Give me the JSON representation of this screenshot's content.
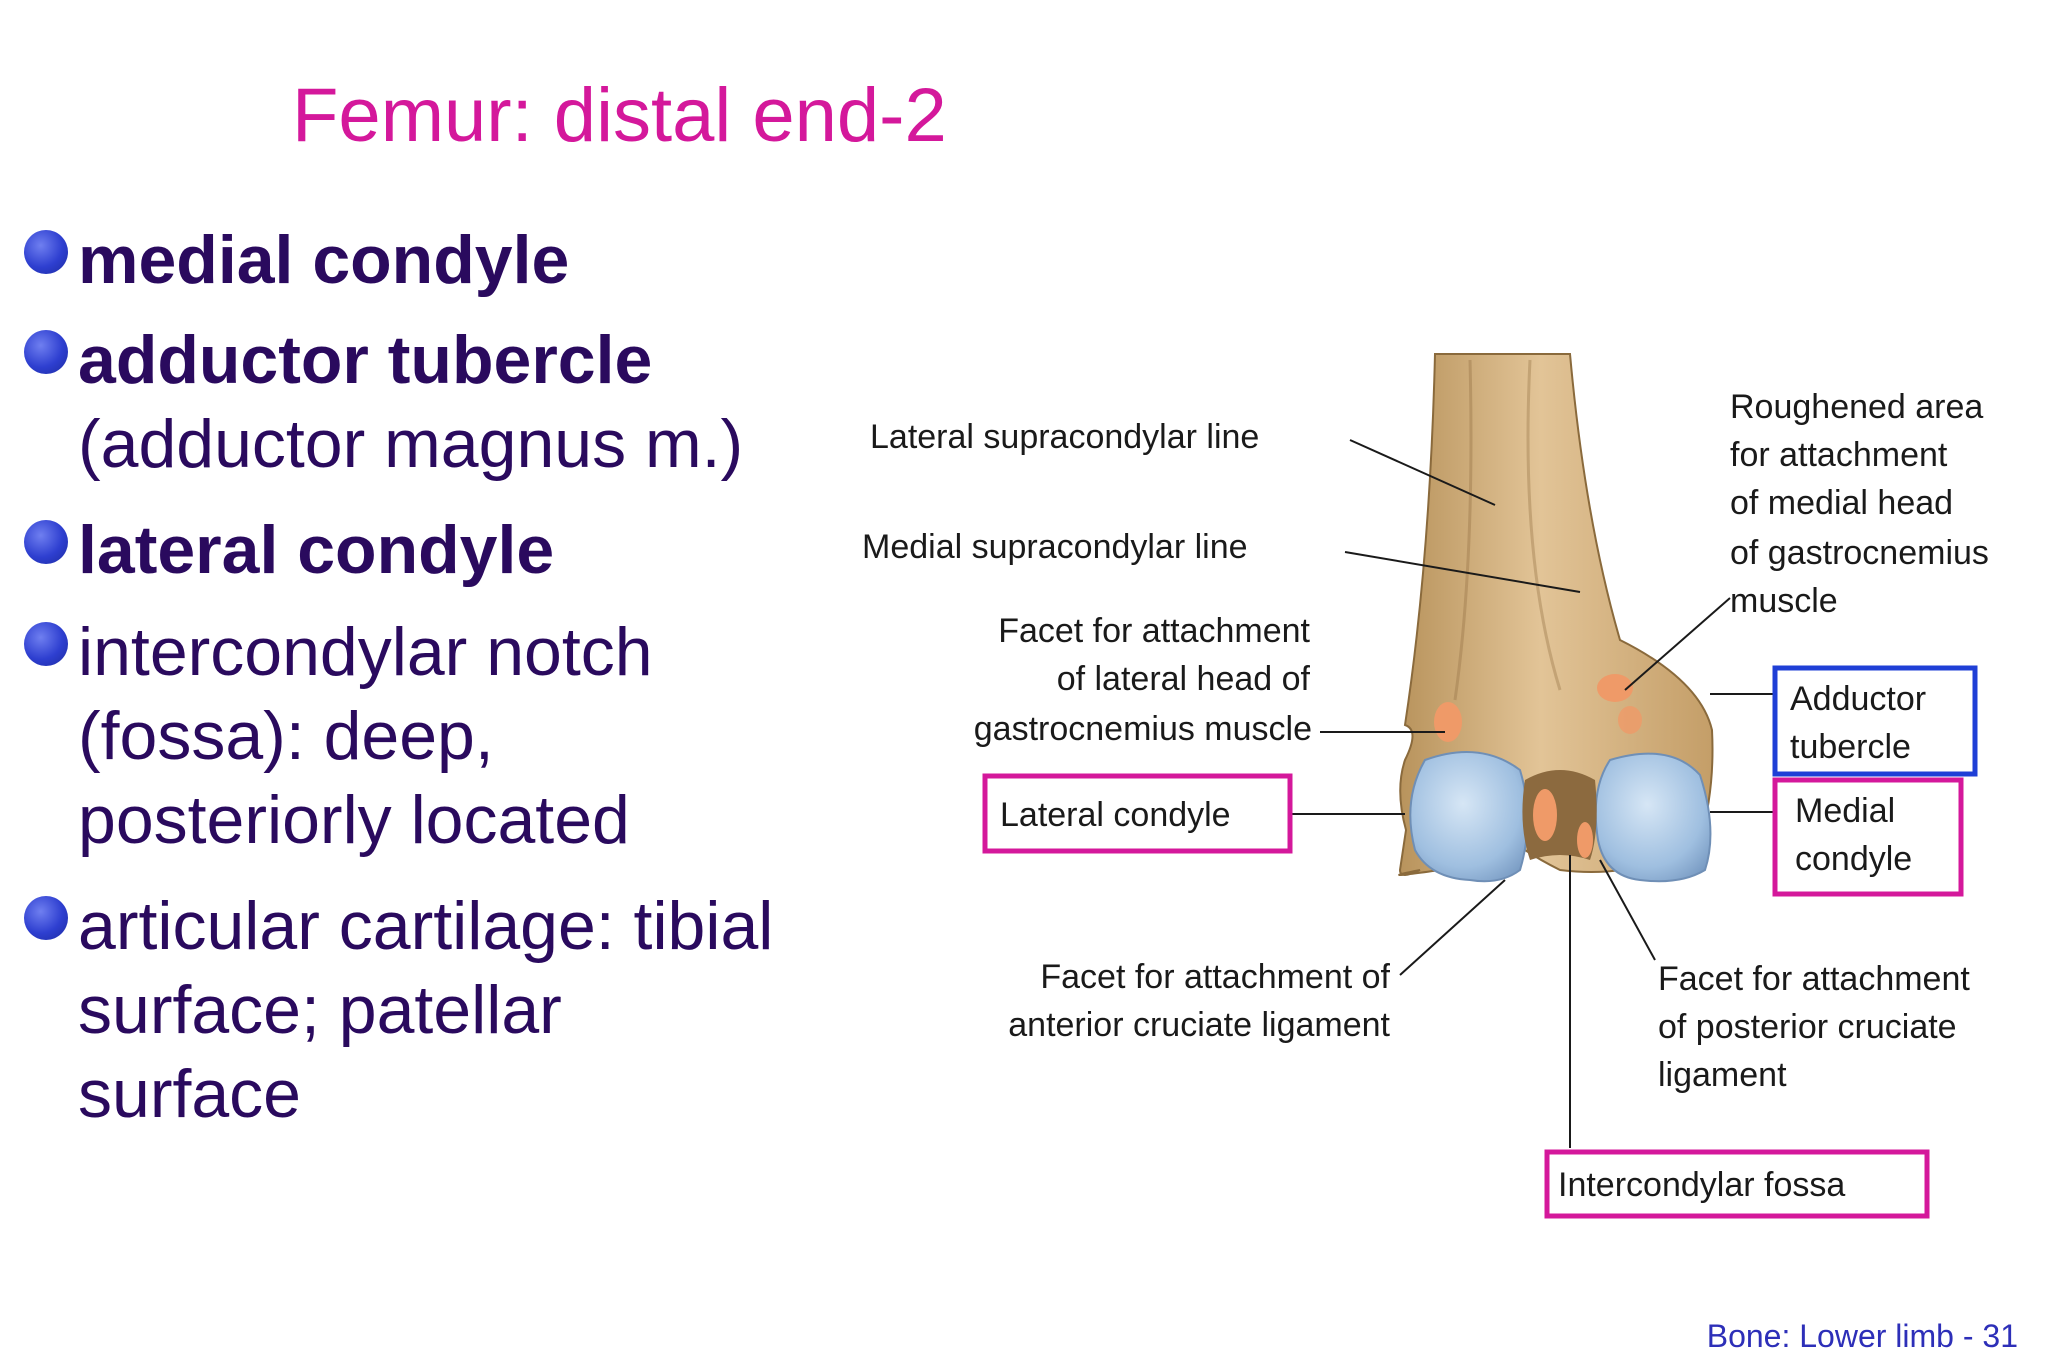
{
  "title": "Femur: distal end-2",
  "bullets": [
    {
      "lines": [
        {
          "text": "medial condyle",
          "bold": true
        }
      ]
    },
    {
      "lines": [
        {
          "text": "adductor tubercle",
          "bold": true
        },
        {
          "text": "(adductor magnus m.)",
          "bold": false
        }
      ]
    },
    {
      "lines": [
        {
          "text": "lateral condyle",
          "bold": true
        }
      ]
    },
    {
      "lines": [
        {
          "text": "intercondylar notch",
          "bold": false
        },
        {
          "text": "(fossa): deep,",
          "bold": false
        },
        {
          "text": "posteriorly located",
          "bold": false
        }
      ]
    },
    {
      "lines": [
        {
          "text": "articular cartilage: tibial",
          "bold": false
        },
        {
          "text": "surface; patellar",
          "bold": false
        },
        {
          "text": "surface",
          "bold": false
        }
      ]
    }
  ],
  "diagram": {
    "labels": {
      "lateral_supracondylar": "Lateral supracondylar line",
      "medial_supracondylar": "Medial supracondylar line",
      "facet_lateral_head_1": "Facet for attachment",
      "facet_lateral_head_2": "of lateral head of",
      "facet_lateral_head_3": "gastrocnemius muscle",
      "lateral_condyle": "Lateral condyle",
      "facet_acl_1": "Facet for attachment of",
      "facet_acl_2": "anterior cruciate ligament",
      "roughened_1": "Roughened area",
      "roughened_2": "for attachment",
      "roughened_3": "of medial head",
      "roughened_4": "of gastrocnemius",
      "roughened_5": "muscle",
      "adductor_1": "Adductor",
      "adductor_2": "tubercle",
      "medial_1": "Medial",
      "medial_2": "condyle",
      "facet_pcl_1": "Facet for attachment",
      "facet_pcl_2": "of posterior cruciate",
      "facet_pcl_3": "ligament",
      "intercondylar_fossa": "Intercondylar fossa"
    },
    "colors": {
      "highlight_magenta": "#d4189b",
      "highlight_blue": "#1f3fd6",
      "bone": "#d9b98a",
      "cartilage": "#a9c6e3",
      "facet": "#f0a070"
    }
  },
  "footer": "Bone: Lower limb - 31"
}
